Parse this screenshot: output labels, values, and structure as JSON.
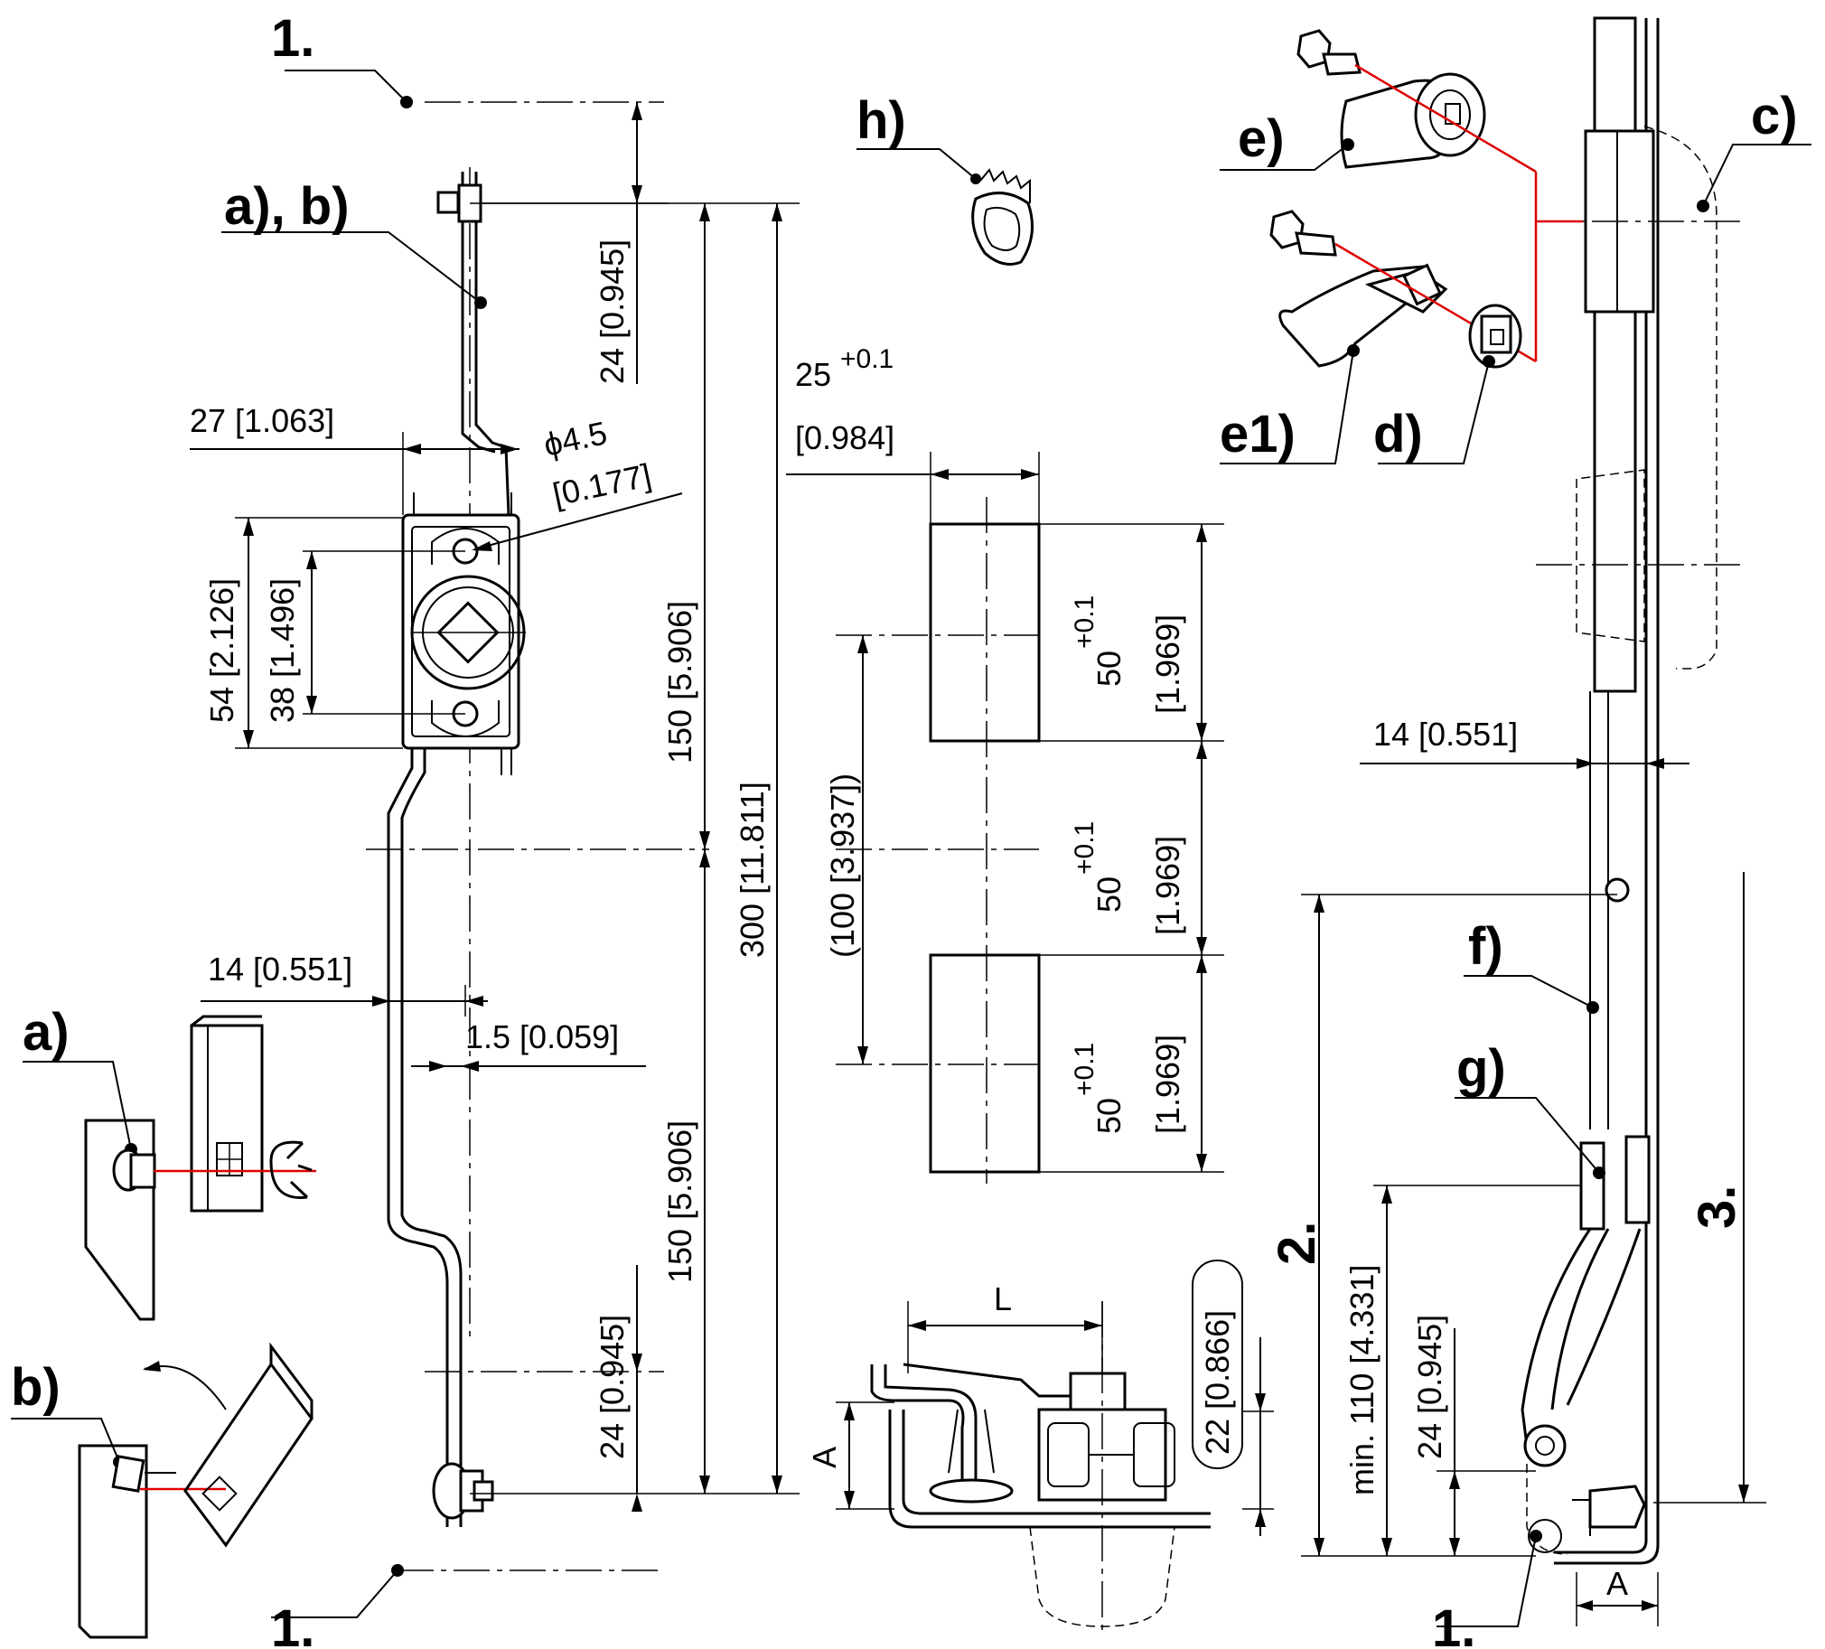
{
  "callouts": {
    "ab": "a), b)",
    "a": "a)",
    "b": "b)",
    "c": "c)",
    "d": "d)",
    "e": "e)",
    "e1": "e1)",
    "f": "f)",
    "g": "g)",
    "h": "h)",
    "one": "1.",
    "two": "2.",
    "three": "3."
  },
  "dimensions": {
    "d24_945": "24 [0.945]",
    "d27_1063": "27 [1.063]",
    "dia_45": "ϕ4.5",
    "dia_0177": "[0.177]",
    "d54_2126": "54 [2.126]",
    "d38_1496": "38 [1.496]",
    "d150_5906": "150 [5.906]",
    "d300_11811": "300 [11.811]",
    "d14_551": "14 [0.551]",
    "d15_059": "1.5 [0.059]",
    "d25": "25",
    "tol_01": "+0.1",
    "d0984": "[0.984]",
    "d50": "50",
    "d1969": "[1.969]",
    "d100_3937": "(100 [3.937])",
    "L": "L",
    "A": "A",
    "d22_866": "22 [0.866]",
    "min110_4331": "min. 110 [4.331]"
  }
}
